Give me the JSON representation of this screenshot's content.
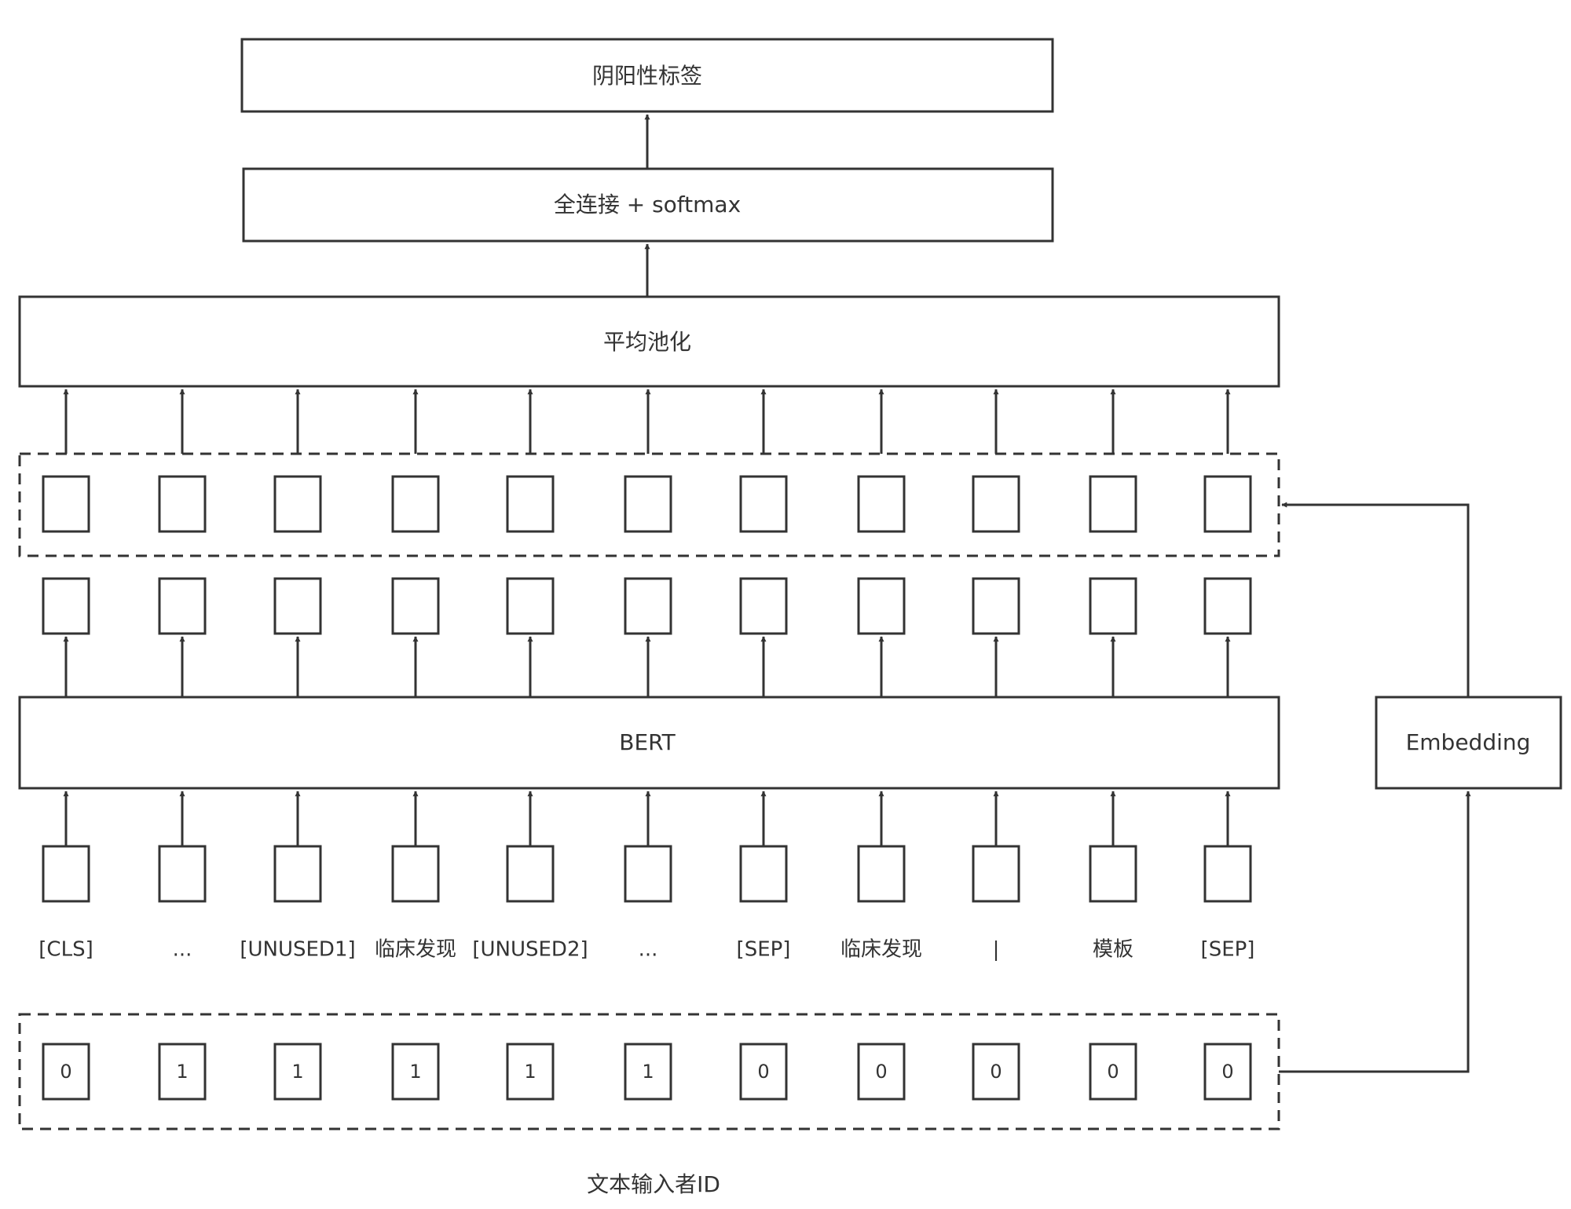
{
  "nodes": {
    "label_box": "阴阳性标签",
    "fc_box": "全连接 + softmax",
    "pool_box": "平均池化",
    "bert_box": "BERT",
    "embedding_box": "Embedding",
    "id_caption": "文本输入者ID"
  },
  "tokens": [
    "[CLS]",
    "...",
    "[UNUSED1]",
    "临床发现",
    "[UNUSED2]",
    "...",
    "[SEP]",
    "临床发现",
    "|",
    "模板",
    "[SEP]"
  ],
  "input_ids": [
    "0",
    "1",
    "1",
    "1",
    "1",
    "1",
    "0",
    "0",
    "0",
    "0",
    "0"
  ],
  "colors": {
    "stroke": "#333333",
    "background": "#ffffff"
  }
}
